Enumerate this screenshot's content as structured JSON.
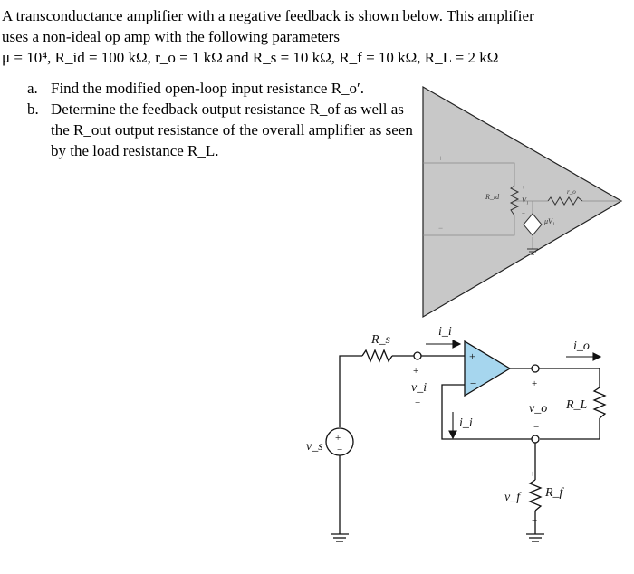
{
  "problem": {
    "intro": "A transconductance amplifier with a negative feedback is shown below. This amplifier uses a non-ideal op amp with the following parameters",
    "parameters": {
      "mu": "μ = 10⁴,",
      "rid": "R_id = 100 kΩ,",
      "ro": "r_o = 1 kΩ",
      "and": "and",
      "rs": "R_s = 10 kΩ,",
      "rf": "R_f = 10 kΩ,",
      "rl": "R_L = 2 kΩ"
    }
  },
  "parts": [
    {
      "label": "a.",
      "text": "Find the modified open-loop input resistance R_o′."
    },
    {
      "label": "b.",
      "text": "Determine the feedback output resistance R_of as well as the R_out output resistance of the overall amplifier as seen by the load resistance R_L."
    }
  ],
  "opamp_model": {
    "plus": "+",
    "minus": "−",
    "rid_label": "R_id",
    "v1_label": "V₁",
    "ro_label": "r_o",
    "source_label": "μV₁"
  },
  "circuit": {
    "rs_label": "R_s",
    "ii_label": "i_i",
    "vi_label": "v_i",
    "io_label": "i_o",
    "vo_label": "v_o",
    "rl_label": "R_L",
    "ii_feedback_label": "i_i",
    "vf_label": "v_f",
    "rf_label": "R_f",
    "vs_label": "v_s"
  }
}
